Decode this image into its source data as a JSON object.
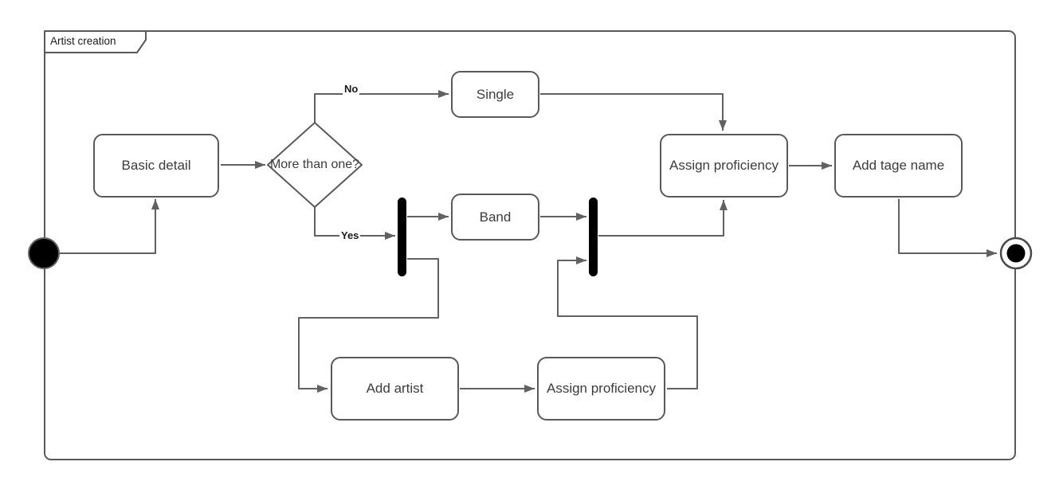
{
  "diagram": {
    "type": "uml-activity-diagram",
    "frame_title": "Artist creation",
    "nodes": [
      {
        "id": "start",
        "type": "initial-node",
        "label": ""
      },
      {
        "id": "basic-detail",
        "type": "action",
        "label": "Basic detail"
      },
      {
        "id": "decision-more-than-one",
        "type": "decision",
        "label": "More than one?"
      },
      {
        "id": "single",
        "type": "action",
        "label": "Single"
      },
      {
        "id": "band",
        "type": "action",
        "label": "Band"
      },
      {
        "id": "fork-bar",
        "type": "fork",
        "label": ""
      },
      {
        "id": "join-bar",
        "type": "join",
        "label": ""
      },
      {
        "id": "add-artist",
        "type": "action",
        "label": "Add artist"
      },
      {
        "id": "assign-proficiency-lower",
        "type": "action",
        "label": "Assign proficiency"
      },
      {
        "id": "assign-proficiency-upper",
        "type": "action",
        "label": "Assign proficiency"
      },
      {
        "id": "add-tage-name",
        "type": "action",
        "label": "Add tage name"
      },
      {
        "id": "end",
        "type": "final-node",
        "label": ""
      }
    ],
    "edge_labels": {
      "no": "No",
      "yes": "Yes"
    },
    "edges": [
      {
        "from": "start",
        "to": "basic-detail"
      },
      {
        "from": "basic-detail",
        "to": "decision-more-than-one"
      },
      {
        "from": "decision-more-than-one",
        "to": "single",
        "label": "No"
      },
      {
        "from": "decision-more-than-one",
        "to": "fork-bar",
        "label": "Yes"
      },
      {
        "from": "fork-bar",
        "to": "band"
      },
      {
        "from": "fork-bar",
        "to": "add-artist"
      },
      {
        "from": "band",
        "to": "join-bar"
      },
      {
        "from": "add-artist",
        "to": "assign-proficiency-lower"
      },
      {
        "from": "assign-proficiency-lower",
        "to": "join-bar"
      },
      {
        "from": "single",
        "to": "assign-proficiency-upper"
      },
      {
        "from": "join-bar",
        "to": "assign-proficiency-upper"
      },
      {
        "from": "assign-proficiency-upper",
        "to": "add-tage-name"
      },
      {
        "from": "add-tage-name",
        "to": "end"
      }
    ],
    "colors": {
      "stroke": "#595959",
      "line": "#616161",
      "bar_fill": "#000000",
      "node_fill": "#ffffff",
      "text": "#3c3c3c",
      "background": "#ffffff"
    }
  }
}
